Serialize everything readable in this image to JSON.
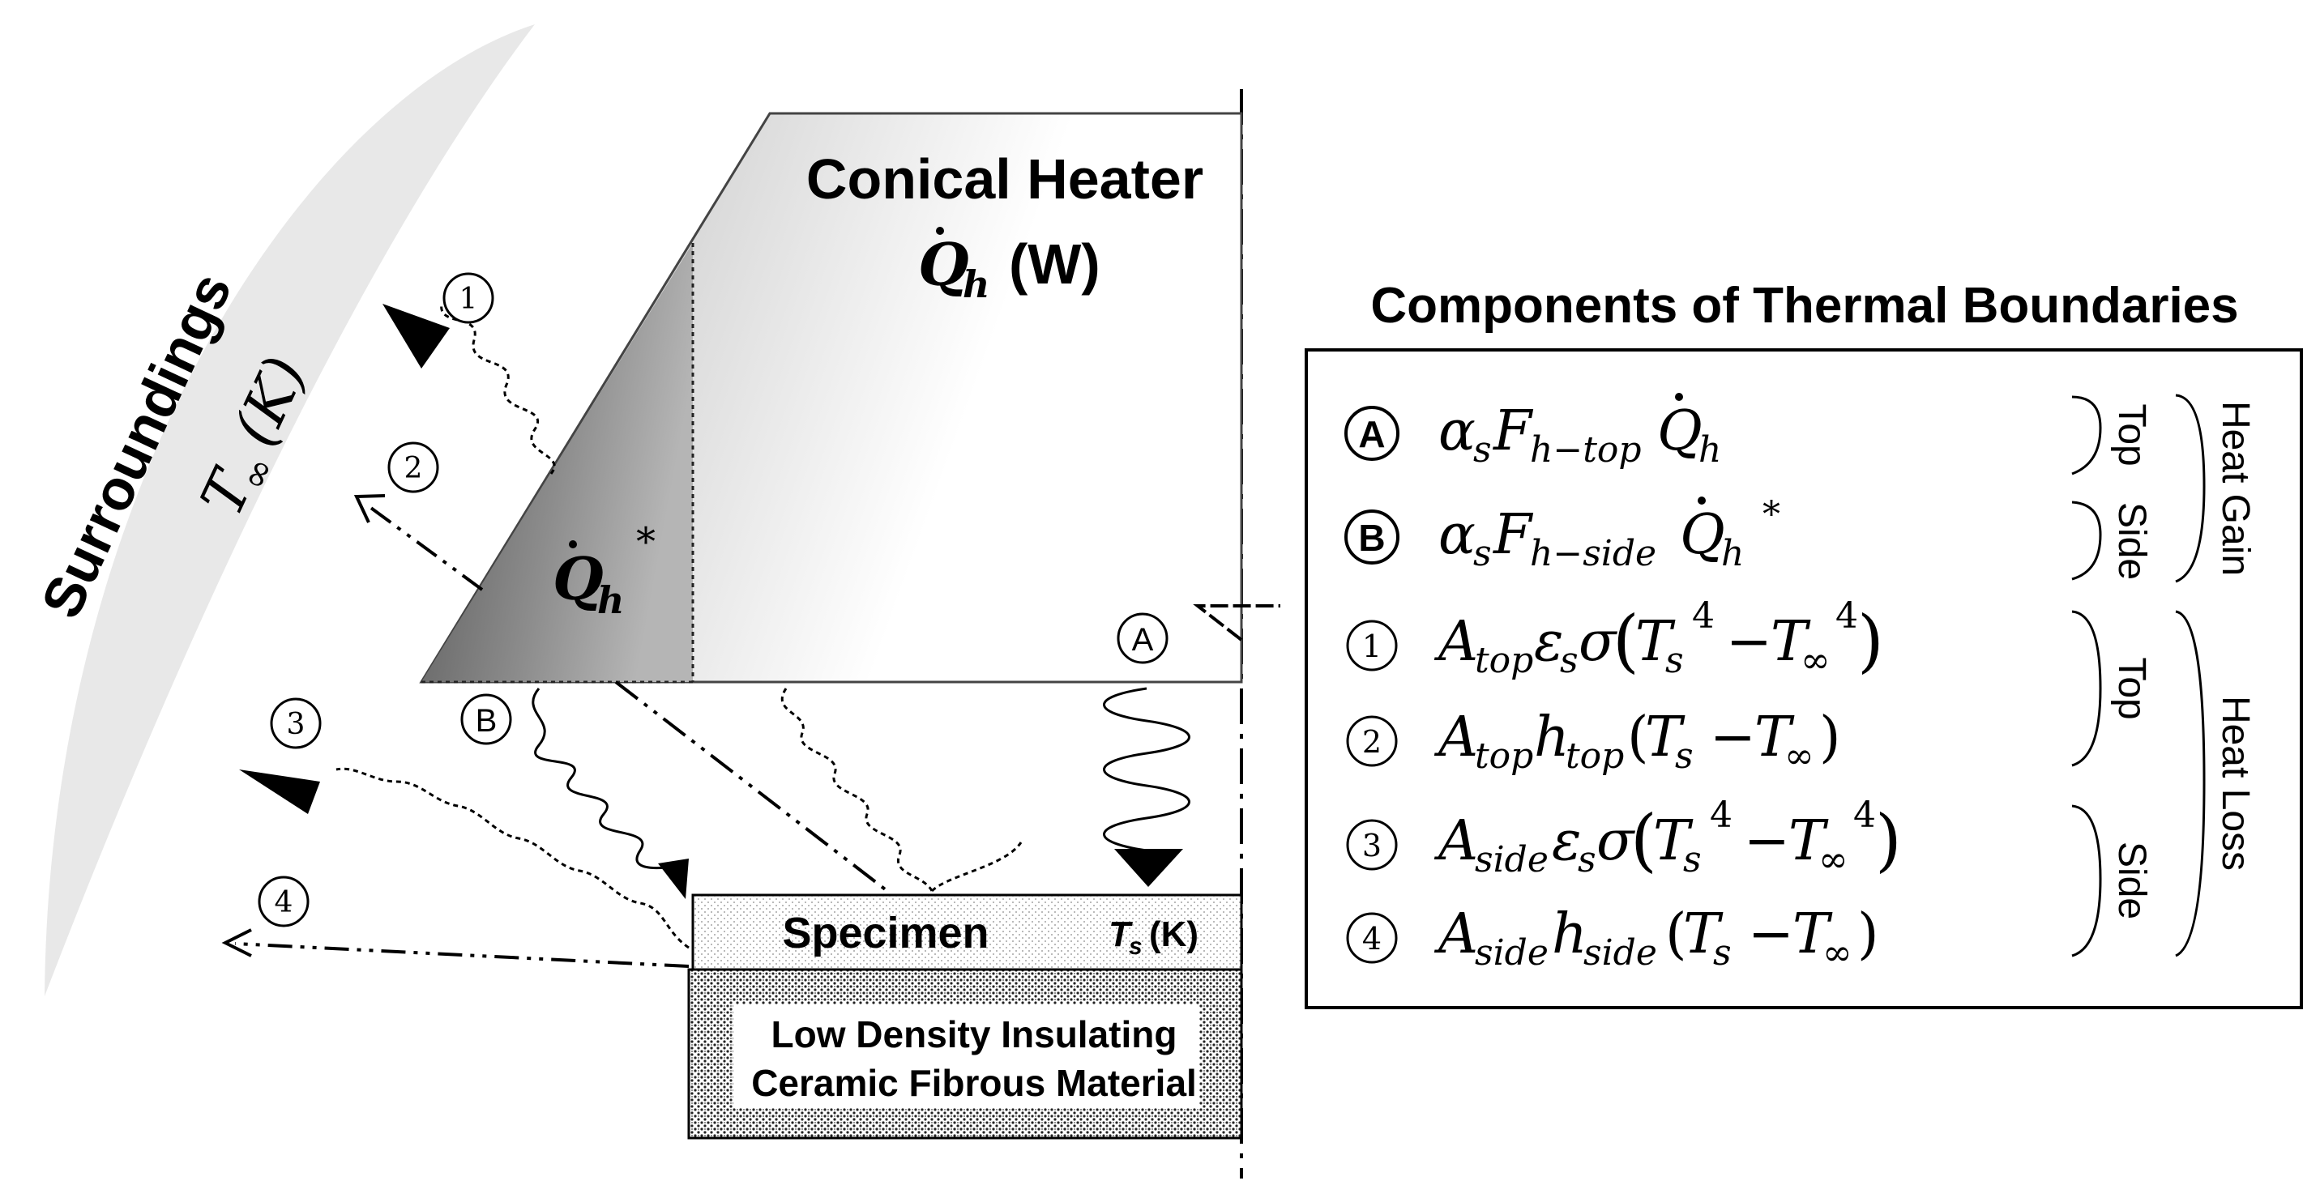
{
  "heater": {
    "title": "Conical Heater",
    "q_symbol": "Q",
    "q_subscript": "h",
    "q_unit": "(W)",
    "inner_q_symbol": "Q",
    "inner_q_subscript": "h",
    "inner_q_star": "*"
  },
  "surroundings": {
    "label": "Surroundings",
    "temp_symbol": "T",
    "temp_subscript": "∞",
    "temp_unit": "(K)"
  },
  "specimen": {
    "label": "Specimen",
    "temp_symbol": "T",
    "temp_subscript": "s",
    "temp_unit": "(K)"
  },
  "insulation": {
    "line1": "Low Density Insulating",
    "line2": "Ceramic Fibrous Material"
  },
  "markers": {
    "A": "A",
    "B": "B",
    "m1": "1",
    "m2": "2",
    "m3": "3",
    "m4": "4"
  },
  "legend": {
    "title": "Components of Thermal Boundaries",
    "rows": [
      {
        "marker": "A",
        "coef": "α",
        "coef_sub": "s",
        "F": "F",
        "F_sub": "h−top",
        "Q": "Q",
        "Q_sub": "h",
        "star": ""
      },
      {
        "marker": "B",
        "coef": "α",
        "coef_sub": "s",
        "F": "F",
        "F_sub": "h−side",
        "Q": "Q",
        "Q_sub": "h",
        "star": "*"
      },
      {
        "marker": "1",
        "A": "A",
        "A_sub": "top",
        "e": "ε",
        "e_sub": "s",
        "sigma": "σ",
        "Ts": "T",
        "Ts_sub": "s",
        "pow": "4",
        "minus": "−",
        "Tinf": "T",
        "Tinf_sub": "∞"
      },
      {
        "marker": "2",
        "A": "A",
        "A_sub": "top",
        "h": "h",
        "h_sub": "top",
        "Ts": "T",
        "Ts_sub": "s",
        "minus": "−",
        "Tinf": "T",
        "Tinf_sub": "∞"
      },
      {
        "marker": "3",
        "A": "A",
        "A_sub": "side",
        "e": "ε",
        "e_sub": "s",
        "sigma": "σ",
        "Ts": "T",
        "Ts_sub": "s",
        "pow": "4",
        "minus": "−",
        "Tinf": "T",
        "Tinf_sub": "∞"
      },
      {
        "marker": "4",
        "A": "A",
        "A_sub": "side",
        "h": "h",
        "h_sub": "side",
        "Ts": "T",
        "Ts_sub": "s",
        "minus": "−",
        "Tinf": "T",
        "Tinf_sub": "∞"
      }
    ],
    "brackets": {
      "top1": "Top",
      "side1": "Side",
      "gain": "Heat Gain",
      "top2": "Top",
      "side2": "Side",
      "loss": "Heat Loss"
    }
  }
}
